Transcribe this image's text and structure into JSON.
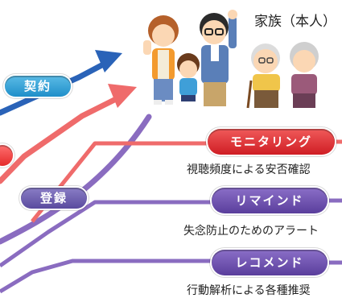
{
  "labels": {
    "contract": "契約",
    "registration": "登録",
    "family_title": "家族（本人）"
  },
  "services": [
    {
      "name": "モニタリング",
      "description": "視聴頻度による安否確認"
    },
    {
      "name": "リマインド",
      "description": "失念防止のためのアラート"
    },
    {
      "name": "レコメンド",
      "description": "行動解析による各種推奨"
    }
  ],
  "colors": {
    "blue": "#2a63b8",
    "red": "#ef5b5b",
    "purple": "#8a6cc0",
    "pill_blue": "#2a97cf",
    "pill_red": "#d8262c",
    "pill_purple": "#6a4eaa"
  }
}
